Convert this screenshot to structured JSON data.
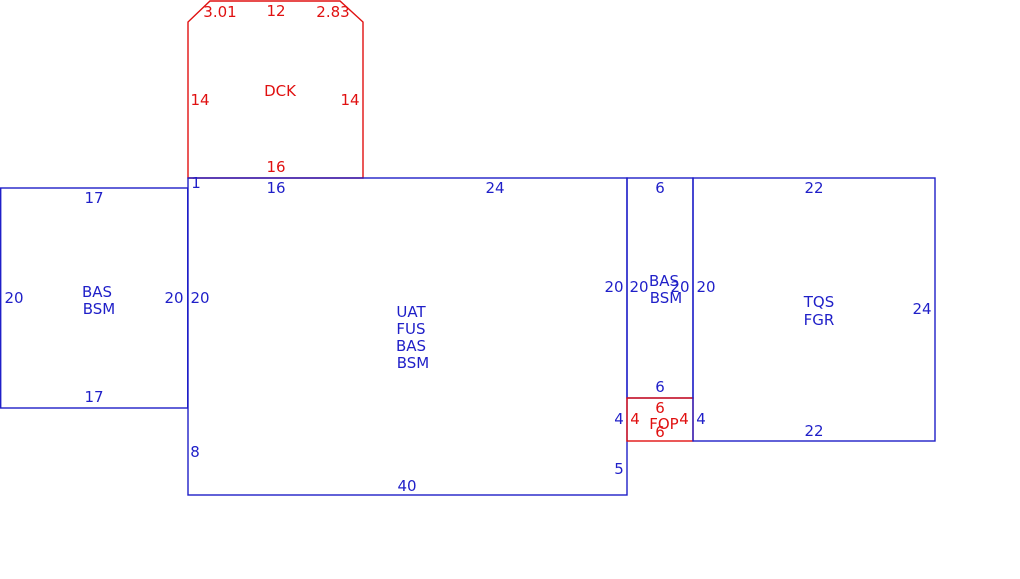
{
  "colors": {
    "main": "#1f1fc8",
    "accent": "#e01010"
  },
  "areas": {
    "dck": {
      "name": "DCK",
      "dims": [
        "3.01",
        "12",
        "2.83",
        "14",
        "14",
        "16"
      ]
    },
    "left": {
      "lines": [
        "BAS",
        "BSM"
      ],
      "dims": [
        "17",
        "20",
        "20",
        "17"
      ]
    },
    "main": {
      "lines": [
        "UAT",
        "FUS",
        "BAS",
        "BSM"
      ],
      "dims": [
        "1",
        "16",
        "24",
        "20",
        "20",
        "4",
        "8",
        "5",
        "40"
      ]
    },
    "mid": {
      "lines": [
        "BAS",
        "BSM"
      ],
      "dims": [
        "6",
        "20",
        "20",
        "6"
      ]
    },
    "fop": {
      "name": "FOP",
      "dims": [
        "6",
        "4",
        "4",
        "6"
      ]
    },
    "right": {
      "lines": [
        "TQS",
        "FGR"
      ],
      "dims": [
        "22",
        "20",
        "24",
        "4",
        "22"
      ]
    }
  }
}
